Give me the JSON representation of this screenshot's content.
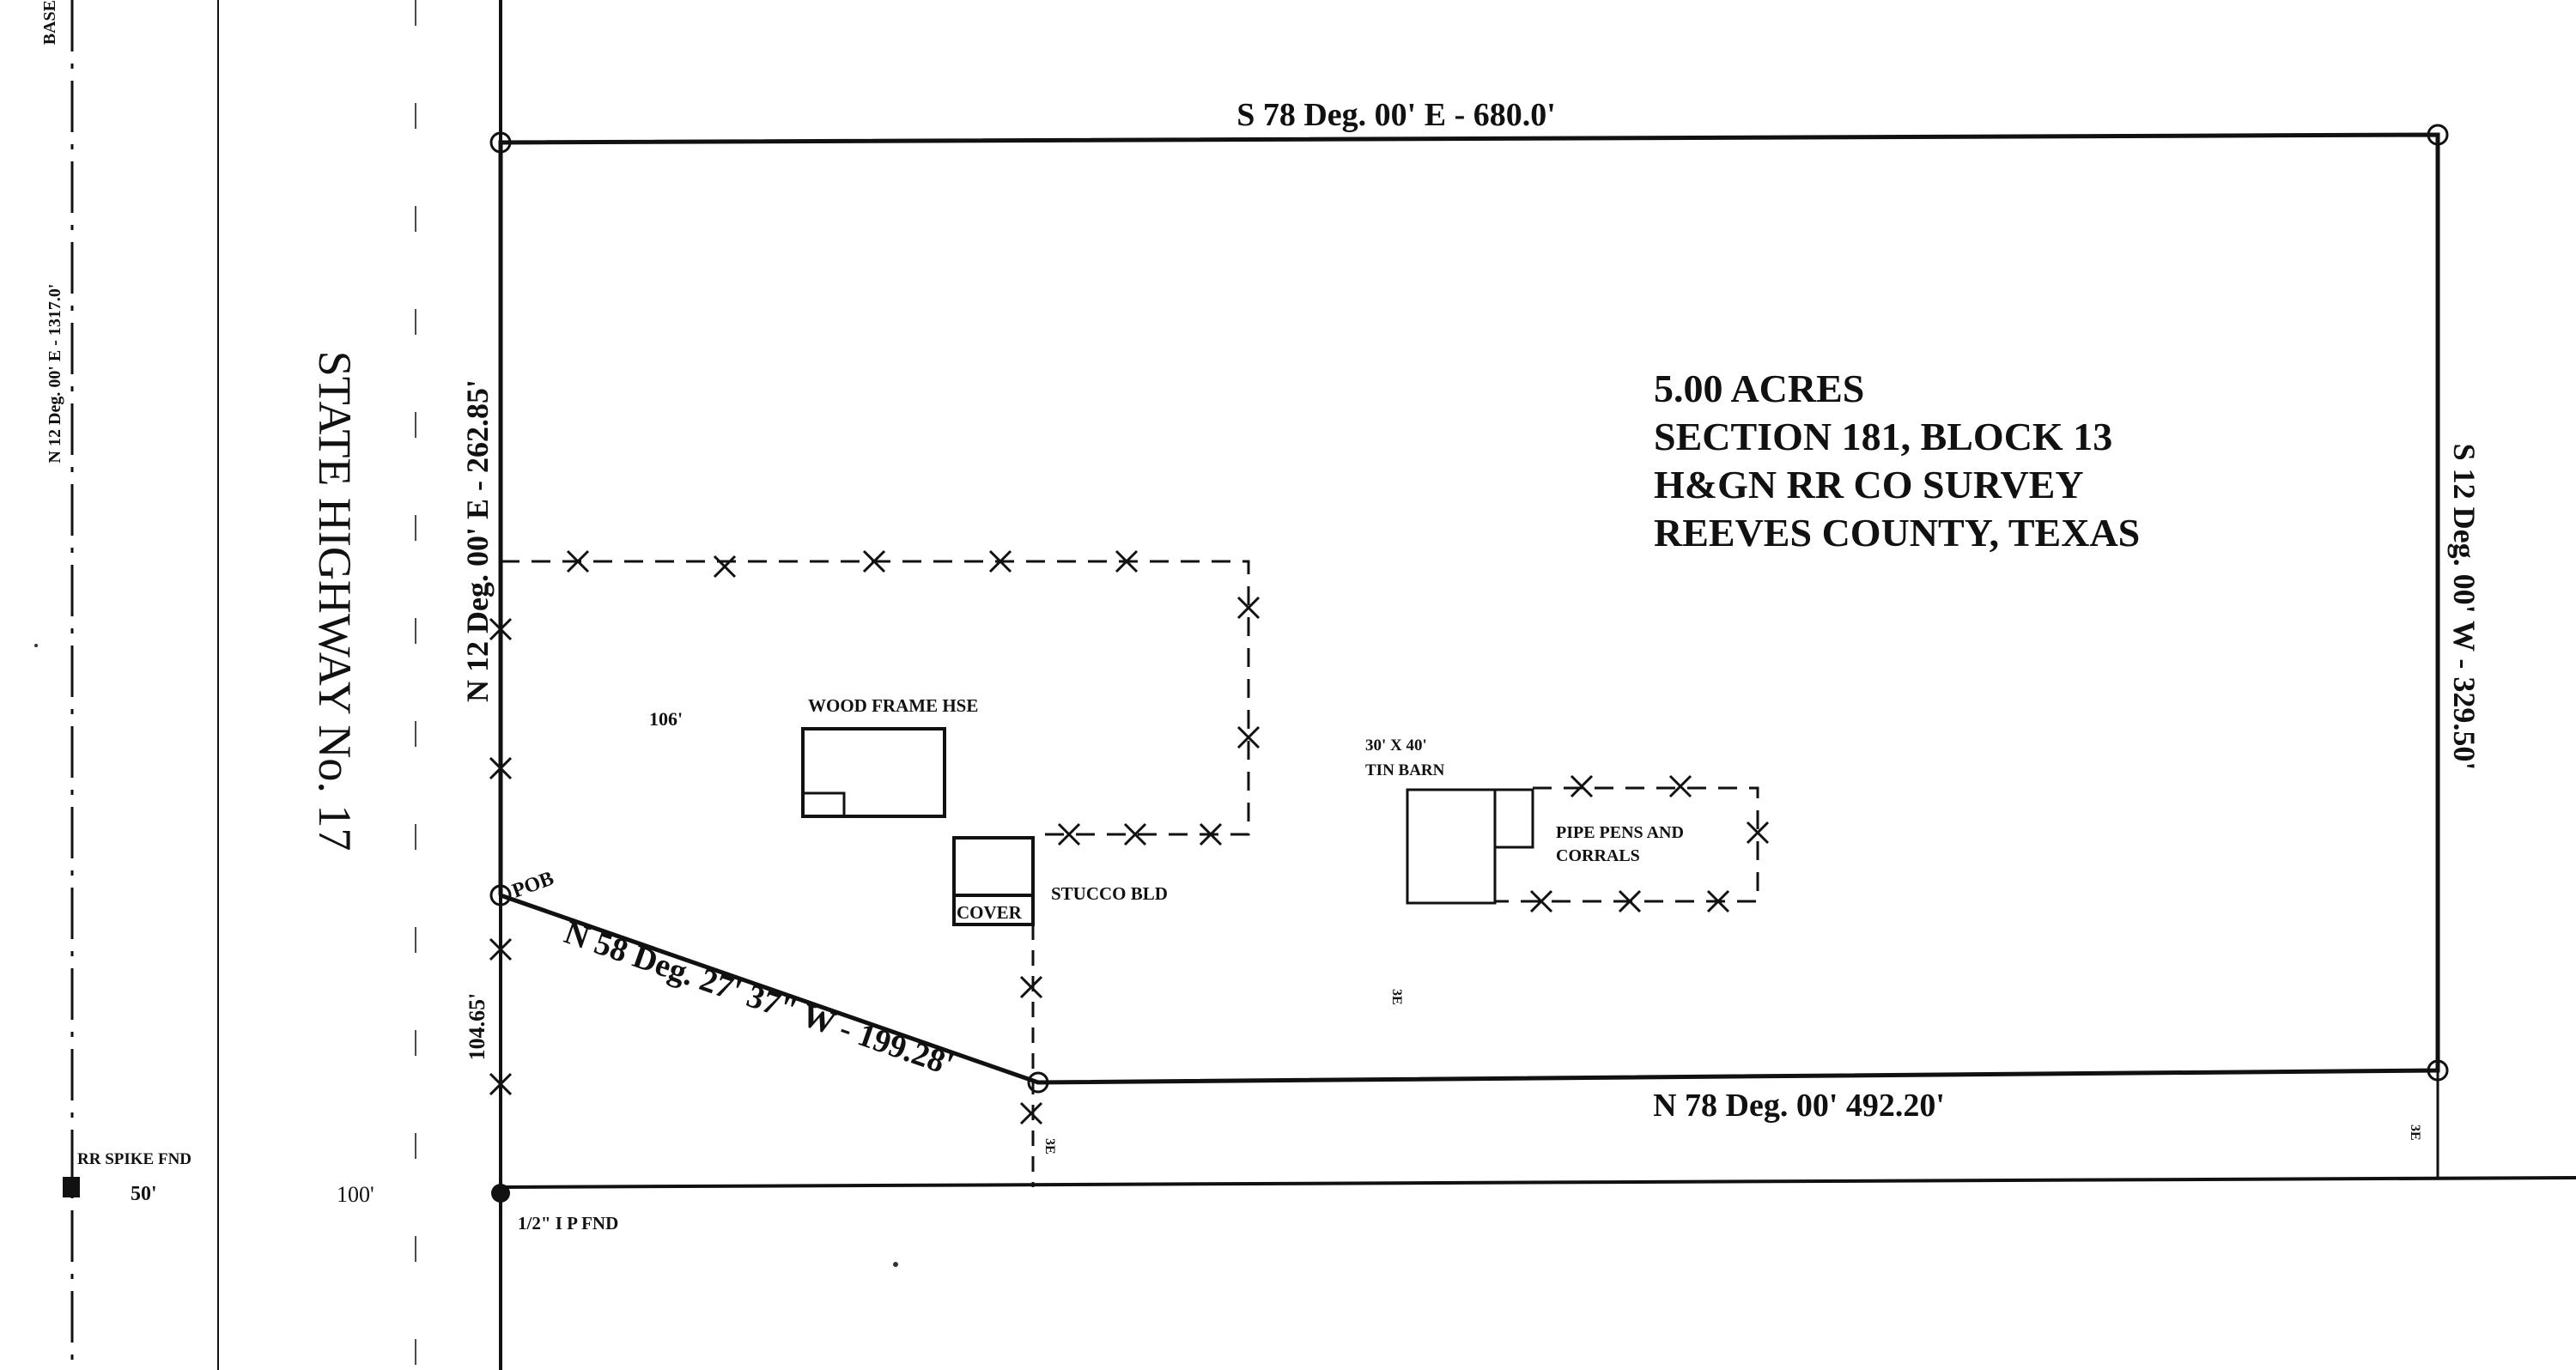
{
  "plat": {
    "base_label": "BASE",
    "base_line_call": "N 12 Deg. 00' E - 1317.0'",
    "highway": "STATE HIGHWAY No. 17",
    "top_call": "S 78 Deg. 00' E - 680.0'",
    "left_call": "N 12 Deg. 00' E - 262.85'",
    "right_call": "S 12 Deg. 00' W - 329.50'",
    "diagonal_call": "N 58 Deg. 27' 37\" W - 199.28'",
    "bottom_call": "N 78 Deg. 00' 492.20'",
    "pob": "POB",
    "left_lower_dist": "104.65'",
    "fence_dist": "106'",
    "tract": {
      "line1": "5.00 ACRES",
      "line2": "SECTION 181, BLOCK 13",
      "line3": "H&GN RR CO SURVEY",
      "line4": "REEVES COUNTY, TEXAS"
    },
    "structures": {
      "house": "WOOD FRAME HSE",
      "cover": "COVER",
      "stucco": "STUCCO BLD",
      "barn_size": "30' X 40'",
      "barn": "TIN BARN",
      "pens_line1": "PIPE PENS AND",
      "pens_line2": "CORRALS"
    },
    "monuments": {
      "rr_spike": "RR SPIKE FND",
      "iron_pipe": "1/2\" I P FND"
    },
    "row_dist_50": "50'",
    "row_dist_100": "100'",
    "small_marks": [
      "3E",
      "3E",
      "3E"
    ]
  }
}
